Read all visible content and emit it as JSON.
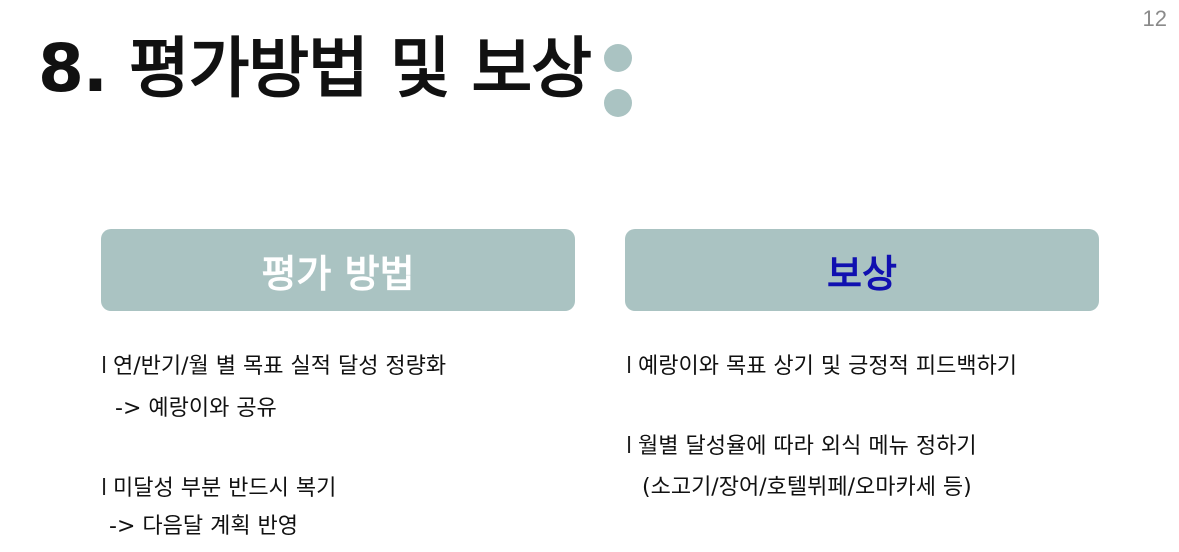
{
  "page_number": "12",
  "title": "8. 평가방법 및 보상",
  "colors": {
    "header_bg": "#aac3c2",
    "header_left_text": "#ffffff",
    "header_right_text": "#1010b0"
  },
  "left": {
    "header": "평가 방법",
    "items": [
      {
        "bullet": "l",
        "text": "연/반기/월 별 목표 실적 달성 정량화",
        "sub": "-> 예랑이와 공유"
      },
      {
        "bullet": "l",
        "text": "미달성 부분 반드시 복기",
        "sub": "-> 다음달 계획 반영"
      }
    ]
  },
  "right": {
    "header": "보상",
    "items": [
      {
        "bullet": "l",
        "text": "예랑이와 목표 상기 및 긍정적 피드백하기"
      },
      {
        "bullet": "l",
        "text": "월별 달성율에 따라 외식 메뉴 정하기",
        "sub": "(소고기/장어/호텔뷔페/오마카세 등)"
      }
    ]
  }
}
